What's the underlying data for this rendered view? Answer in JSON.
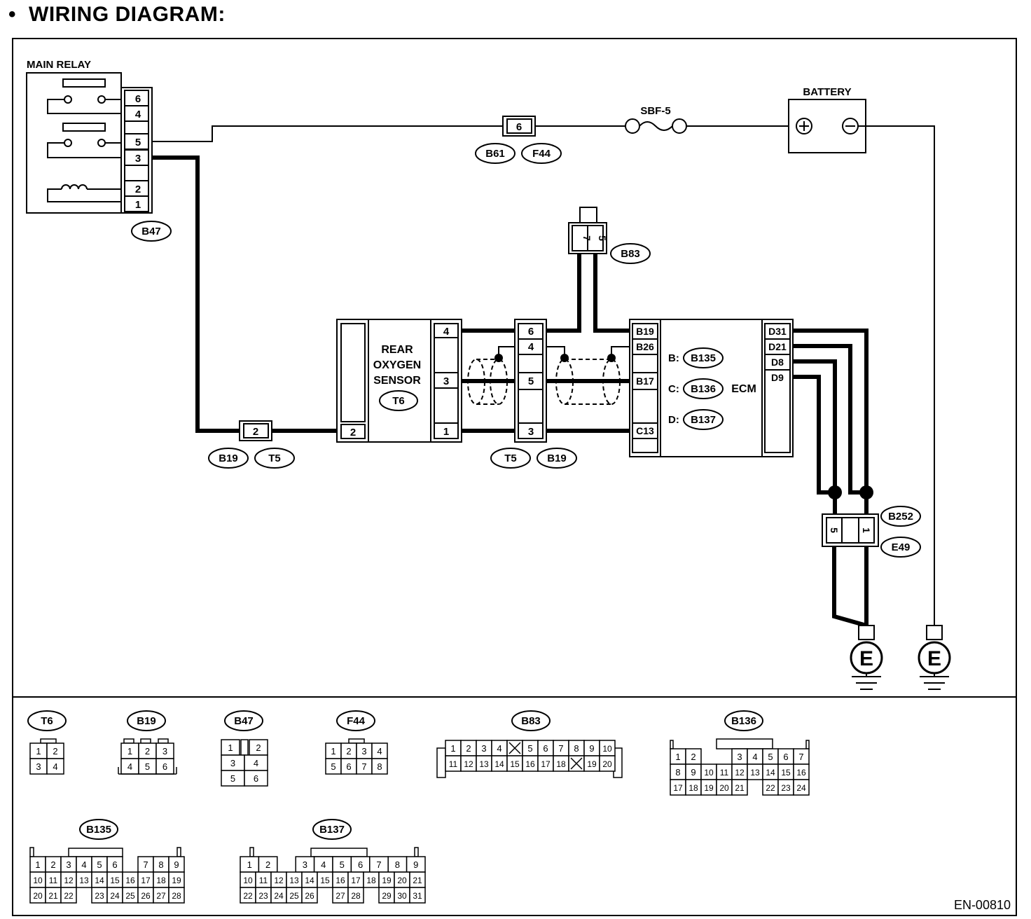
{
  "heading": {
    "bullet": "•",
    "title": "WIRING DIAGRAM:"
  },
  "main_relay": {
    "label": "MAIN RELAY",
    "pins": [
      "6",
      "4",
      "5",
      "3",
      "2",
      "1"
    ],
    "connector": "B47"
  },
  "battery": {
    "label": "BATTERY",
    "plus": "+",
    "minus": "−"
  },
  "fuse": {
    "label": "SBF-5"
  },
  "inline_connector_top": {
    "pin": "6",
    "ids": [
      "B61",
      "F44"
    ]
  },
  "inline_connector_left": {
    "pin": "2",
    "ids": [
      "B19",
      "T5"
    ]
  },
  "rear_sensor": {
    "label_lines": [
      "REAR",
      "OXYGEN",
      "SENSOR"
    ],
    "id": "T6",
    "pins": [
      "4",
      "3",
      "1",
      "2"
    ]
  },
  "middle_connector": {
    "pins": [
      "6",
      "4",
      "5",
      "3"
    ],
    "ids": [
      "T5",
      "B19"
    ]
  },
  "b83": {
    "pins": [
      "7",
      "5"
    ],
    "id": "B83"
  },
  "ecm": {
    "label": "ECM",
    "left_pins": [
      "B19",
      "B26",
      "B17",
      "C13"
    ],
    "right_pins": [
      "D31",
      "D21",
      "D8",
      "D9"
    ],
    "conn_prefixes": [
      "B:",
      "C:",
      "D:"
    ],
    "conn_ids": [
      "B135",
      "B136",
      "B137"
    ]
  },
  "joint_connector": {
    "pins": [
      "5",
      "1"
    ],
    "ids": [
      "B252",
      "E49"
    ]
  },
  "grounds": [
    "E",
    "E"
  ],
  "connector_views": [
    {
      "id": "T6",
      "rows": [
        [
          "1",
          "2"
        ],
        [
          "3",
          "4"
        ]
      ]
    },
    {
      "id": "B19",
      "rows": [
        [
          "1",
          "2",
          "3"
        ],
        [
          "4",
          "5",
          "6"
        ]
      ]
    },
    {
      "id": "B47",
      "rows": [
        [
          "1",
          "",
          "2"
        ],
        [
          "3",
          "4"
        ],
        [
          "5",
          "6"
        ]
      ]
    },
    {
      "id": "F44",
      "rows": [
        [
          "1",
          "2",
          "3",
          "4"
        ],
        [
          "5",
          "6",
          "7",
          "8"
        ]
      ]
    },
    {
      "id": "B83",
      "rows": [
        [
          "1",
          "2",
          "3",
          "4",
          "X",
          "5",
          "6",
          "7",
          "8",
          "9",
          "10"
        ],
        [
          "11",
          "12",
          "13",
          "14",
          "15",
          "16",
          "17",
          "18",
          "X",
          "19",
          "20"
        ]
      ]
    },
    {
      "id": "B136",
      "rows": [
        [
          "1",
          "2",
          "",
          "",
          "3",
          "4",
          "5",
          "6",
          "7"
        ],
        [
          "8",
          "9",
          "10",
          "11",
          "12",
          "13",
          "14",
          "15",
          "16"
        ],
        [
          "17",
          "18",
          "19",
          "20",
          "21",
          "",
          "22",
          "23",
          "24"
        ]
      ]
    },
    {
      "id": "B135",
      "rows": [
        [
          "1",
          "2",
          "3",
          "4",
          "5",
          "6",
          "",
          "7",
          "8",
          "9"
        ],
        [
          "10",
          "11",
          "12",
          "13",
          "14",
          "15",
          "16",
          "17",
          "18",
          "19"
        ],
        [
          "20",
          "21",
          "22",
          "",
          "23",
          "24",
          "25",
          "26",
          "27",
          "28"
        ]
      ]
    },
    {
      "id": "B137",
      "rows": [
        [
          "1",
          "2",
          "",
          "3",
          "4",
          "5",
          "6",
          "7",
          "8",
          "9"
        ],
        [
          "10",
          "11",
          "12",
          "13",
          "14",
          "15",
          "16",
          "17",
          "18",
          "19",
          "20",
          "21"
        ],
        [
          "22",
          "23",
          "24",
          "25",
          "26",
          "",
          "27",
          "28",
          "",
          "29",
          "30",
          "31"
        ]
      ]
    }
  ],
  "footer_code": "EN-00810"
}
